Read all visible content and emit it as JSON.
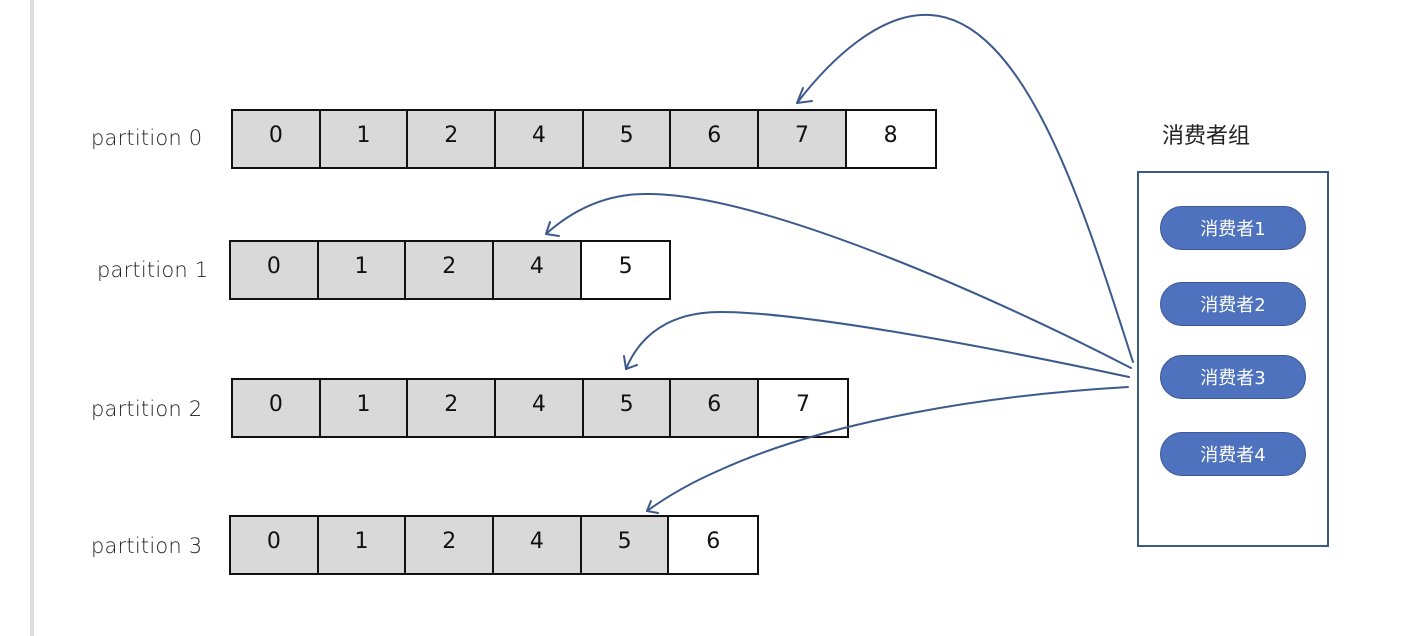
{
  "partitions": [
    {
      "label": "partition 0",
      "offsets": [
        "0",
        "1",
        "2",
        "4",
        "5",
        "6",
        "7",
        "8"
      ],
      "consumed_count": 7
    },
    {
      "label": "partition 1",
      "offsets": [
        "0",
        "1",
        "2",
        "4",
        "5"
      ],
      "consumed_count": 4
    },
    {
      "label": "partition 2",
      "offsets": [
        "0",
        "1",
        "2",
        "4",
        "5",
        "6",
        "7"
      ],
      "consumed_count": 6
    },
    {
      "label": "partition 3",
      "offsets": [
        "0",
        "1",
        "2",
        "4",
        "5",
        "6"
      ],
      "consumed_count": 5
    }
  ],
  "consumer_group": {
    "title": "消费者组",
    "consumers": [
      "消费者1",
      "消费者2",
      "消费者3",
      "消费者4"
    ]
  },
  "colors": {
    "consumed_cell": "#d9d9d9",
    "next_cell": "#ffffff",
    "arrow": "#3b5a8c",
    "consumer_fill": "#4f72be"
  }
}
